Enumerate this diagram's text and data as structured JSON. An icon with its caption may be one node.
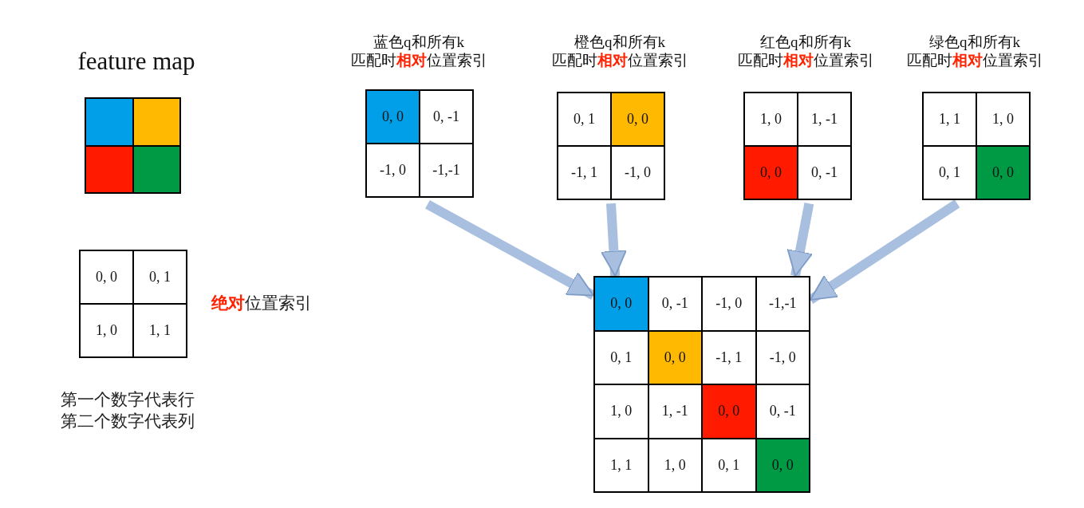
{
  "diagram": {
    "nodes": [
      {
        "text": [
          "feature map"
        ]
      },
      {
        "text": [],
        "shape": "box",
        "in": 0
      },
      {
        "text": [],
        "shape": "box",
        "in": 0
      },
      {
        "text": [],
        "shape": "box",
        "in": 0
      },
      {
        "text": [],
        "shape": "box",
        "in": 0
      },
      {
        "text": [],
        "shape": "box",
        "beside": [
          "**绝对**位置索引"
        ]
      },
      {
        "text": [
          "0, 0"
        ],
        "in": 5
      },
      {
        "text": [
          "0, 1"
        ],
        "in": 5
      },
      {
        "text": [
          "1, 0"
        ],
        "in": 5
      },
      {
        "text": [
          "1, 1"
        ],
        "in": 5
      },
      {
        "text": [
          "蓝色q和所有k匹配时**相对**位置索引"
        ]
      },
      {
        "text": [
          "0, 0"
        ],
        "in": 10
      },
      {
        "text": [
          "0, -1"
        ],
        "in": 10
      },
      {
        "text": [
          "-1, 0"
        ],
        "in": 10
      },
      {
        "text": [
          "-1,-1"
        ],
        "in": 10
      },
      {
        "text": [
          "橙色q和所有k匹配时**相对**位置索引"
        ]
      },
      {
        "text": [
          "0, 1"
        ],
        "in": 15
      },
      {
        "text": [
          "0, 0"
        ],
        "in": 15
      },
      {
        "text": [
          "-1, 1"
        ],
        "in": 15
      },
      {
        "text": [
          "-1, 0"
        ],
        "in": 15
      },
      {
        "text": [
          "红色q和所有k匹配时**相对**位置索引"
        ]
      },
      {
        "text": [
          "1, 0"
        ],
        "in": 20
      },
      {
        "text": [
          "1, -1"
        ],
        "in": 20
      },
      {
        "text": [
          "0, 0"
        ],
        "in": 20
      },
      {
        "text": [
          "0, -1"
        ],
        "in": 20
      },
      {
        "text": [
          "绿色q和所有k匹配时**相对**位置索引"
        ]
      },
      {
        "text": [
          "1, 1"
        ],
        "in": 25
      },
      {
        "text": [
          "1, 0"
        ],
        "in": 25
      },
      {
        "text": [
          "0, 1"
        ],
        "in": 25
      },
      {
        "text": [
          "0, 0"
        ],
        "in": 25
      },
      {
        "text": [],
        "shape": "box"
      },
      {
        "text": [
          "0, 0"
        ],
        "in": 30
      },
      {
        "text": [
          "0, -1"
        ],
        "in": 30
      },
      {
        "text": [
          "-1, 0"
        ],
        "in": 30
      },
      {
        "text": [
          "-1,-1"
        ],
        "in": 30
      },
      {
        "text": [
          "0, 1"
        ],
        "in": 30
      },
      {
        "text": [
          "0, 0"
        ],
        "in": 30
      },
      {
        "text": [
          "-1, 1"
        ],
        "in": 30
      },
      {
        "text": [
          "-1, 0"
        ],
        "in": 30
      },
      {
        "text": [
          "1, 0"
        ],
        "in": 30
      },
      {
        "text": [
          "1, -1"
        ],
        "in": 30
      },
      {
        "text": [
          "0, 0"
        ],
        "in": 30
      },
      {
        "text": [
          "0, -1"
        ],
        "in": 30
      },
      {
        "text": [
          "1, 1"
        ],
        "in": 30
      },
      {
        "text": [
          "1, 0"
        ],
        "in": 30
      },
      {
        "text": [
          "0, 1"
        ],
        "in": 30
      },
      {
        "text": [
          "0, 0"
        ],
        "in": 30
      }
    ],
    "edges": [
      {
        "from": 10,
        "to": 30,
        "arrow": "to"
      },
      {
        "from": 15,
        "to": 30,
        "arrow": "to"
      },
      {
        "from": 20,
        "to": 30,
        "arrow": "to"
      },
      {
        "from": 25,
        "to": 30,
        "arrow": "to"
      }
    ],
    "labels": [
      "第一个数字代表行第二个数字代表列"
    ]
  }
}
